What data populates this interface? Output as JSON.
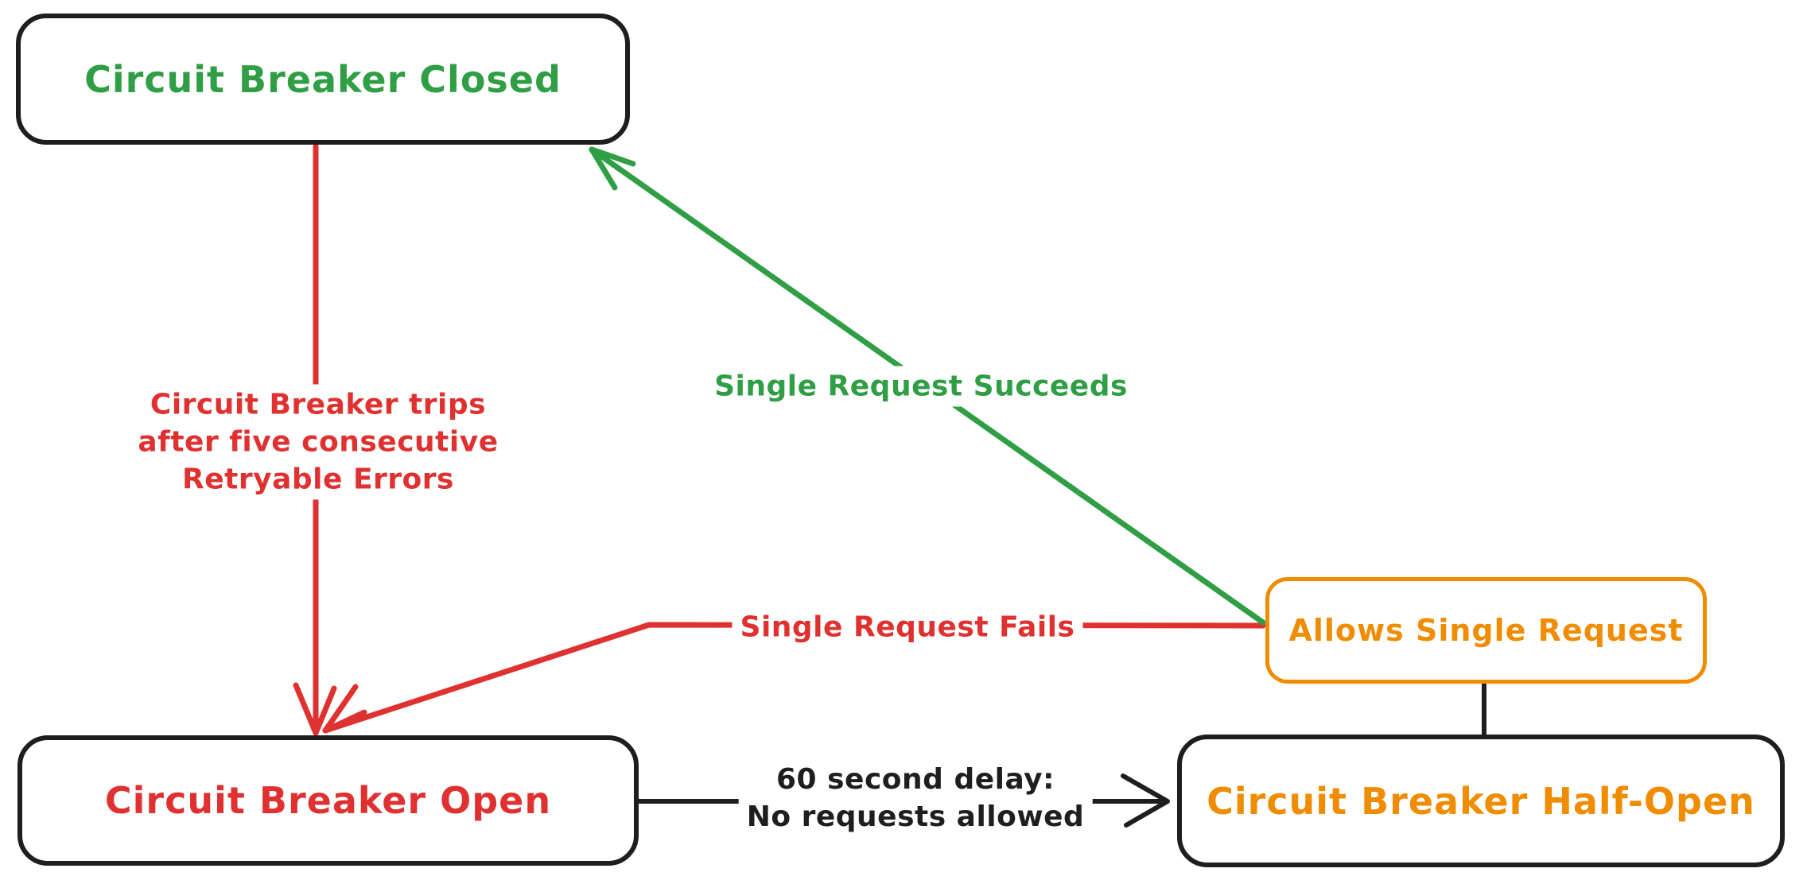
{
  "colors": {
    "green": "#2f9e44",
    "red": "#e03131",
    "orange": "#f08c00",
    "ink": "#1e1e1e",
    "background": "#ffffff"
  },
  "nodes": {
    "closed": {
      "label": "Circuit Breaker Closed",
      "color": "#2f9e44"
    },
    "open": {
      "label": "Circuit Breaker Open",
      "color": "#e03131"
    },
    "half_open": {
      "label": "Circuit Breaker Half-Open",
      "color": "#f08c00"
    },
    "allows": {
      "label": "Allows Single Request",
      "color": "#f08c00"
    }
  },
  "edges": {
    "trips": {
      "from": "closed",
      "to": "open",
      "color": "#e03131",
      "label_lines": [
        "Circuit Breaker trips",
        "after five consecutive",
        "Retryable Errors"
      ]
    },
    "succeeds": {
      "from": "allows",
      "to": "closed",
      "color": "#2f9e44",
      "label": "Single Request Succeeds"
    },
    "fails": {
      "from": "allows",
      "to": "open",
      "color": "#e03131",
      "label": "Single Request Fails"
    },
    "delay": {
      "from": "open",
      "to": "half_open",
      "color": "#1e1e1e",
      "label_lines": [
        "60 second delay:",
        "No requests allowed"
      ]
    },
    "half_open_link": {
      "from": "half_open",
      "to": "allows",
      "color": "#1e1e1e"
    }
  }
}
